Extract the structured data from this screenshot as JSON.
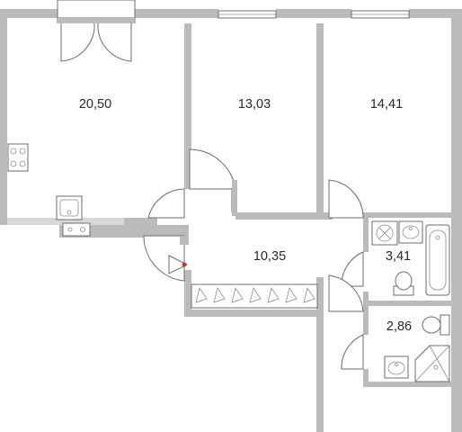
{
  "rooms": [
    {
      "id": "living-kitchen",
      "area": "20,50"
    },
    {
      "id": "bedroom-1",
      "area": "13,03"
    },
    {
      "id": "bedroom-2",
      "area": "14,41"
    },
    {
      "id": "hallway",
      "area": "10,35"
    },
    {
      "id": "bathroom",
      "area": "3,41"
    },
    {
      "id": "toilet-shower",
      "area": "2,86"
    }
  ],
  "colors": {
    "wall": "#b9bbbd",
    "line": "#6a6d70",
    "entrance_marker": "#c0392b"
  },
  "icons": [
    "entrance-triangle-icon",
    "hanger-icon",
    "stove-icon",
    "sink-icon",
    "bathtub-icon",
    "toilet-icon",
    "shower-icon",
    "washing-machine-icon"
  ]
}
